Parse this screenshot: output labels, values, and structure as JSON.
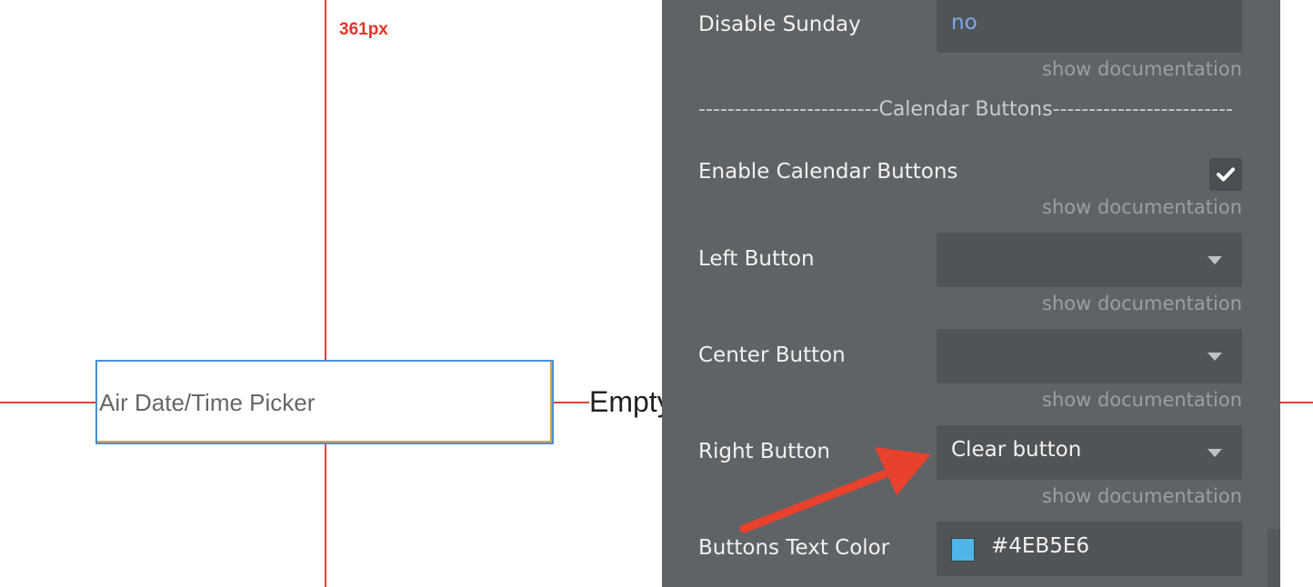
{
  "canvas": {
    "measure_label": "361px",
    "picker_placeholder": "Air Date/Time Picker",
    "empty_text": "Empty"
  },
  "panel": {
    "disable_sunday": {
      "label": "Disable Sunday",
      "value": "no"
    },
    "doc_link": "show documentation",
    "section_title": "-------------------------Calendar Buttons-------------------------",
    "enable_buttons": {
      "label": "Enable Calendar Buttons",
      "checked": true
    },
    "left_button": {
      "label": "Left Button",
      "value": ""
    },
    "center_button": {
      "label": "Center Button",
      "value": ""
    },
    "right_button": {
      "label": "Right Button",
      "value": "Clear button"
    },
    "buttons_text_color": {
      "label": "Buttons Text Color",
      "value": "#4EB5E6",
      "swatch_color": "#4EB5E6"
    }
  },
  "colors": {
    "guide": "#d9453a",
    "panel_bg": "#5f6366",
    "field_bg": "#505457",
    "value_link": "#7ea9e8",
    "annotation_arrow": "#e8412c"
  },
  "icons": [
    "checkmark-icon",
    "chevron-down-icon",
    "annotation-arrow"
  ]
}
